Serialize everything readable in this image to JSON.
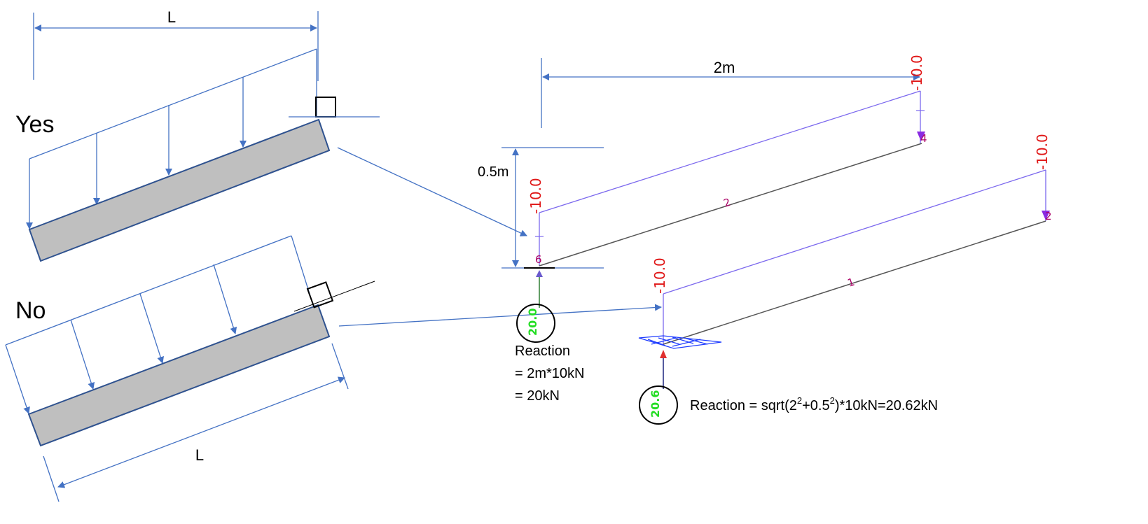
{
  "panels": {
    "yes_label": "Yes",
    "no_label": "No",
    "dim_top": "L",
    "dim_bottom": "L"
  },
  "model": {
    "dim_width": "2m",
    "dim_height": "0.5m",
    "loads": [
      "-10.0",
      "-10.0",
      "-10.0",
      "-10.0"
    ],
    "member_labels": [
      "2",
      "1"
    ],
    "node_labels": [
      "6",
      "4",
      "2"
    ],
    "reaction_values": [
      "20.0",
      "20.6"
    ]
  },
  "reaction_a": {
    "line1": "Reaction",
    "line2": "=  2m*10kN",
    "line3": "=  20kN"
  },
  "reaction_b": {
    "prefix": "Reaction  =  sqrt(2",
    "sup1": "2",
    "mid": "+0.5",
    "sup2": "2",
    "suffix": ")*10kN=20.62kN"
  },
  "colors": {
    "arrow_blue": "#4472c4",
    "beam_fill": "#bfbfbf",
    "beam_stroke": "#2f528f",
    "load_violet": "#7b68ee",
    "member_grey": "#555555",
    "load_red": "#e01818",
    "reaction_green": "#22dd22"
  }
}
